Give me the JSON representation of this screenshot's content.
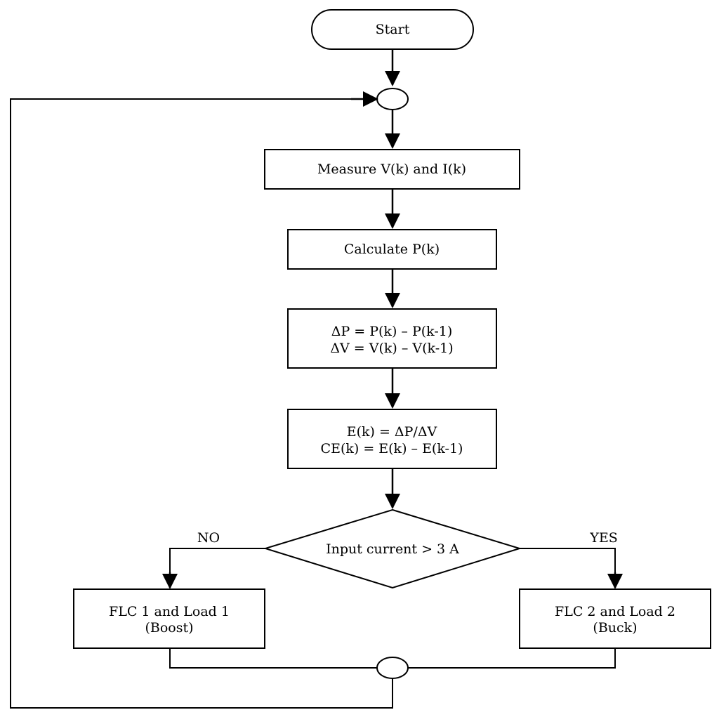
{
  "diagram": {
    "nodes": {
      "start": {
        "text": "Start"
      },
      "measure": {
        "text": "Measure V(k) and I(k)"
      },
      "calculate": {
        "text": "Calculate P(k)"
      },
      "deltas": {
        "line1": "ΔP = P(k) – P(k-1)",
        "line2": "ΔV = V(k) – V(k-1)"
      },
      "errors": {
        "line1": "E(k) = ΔP/ΔV",
        "line2": "CE(k) = E(k) – E(k-1)"
      },
      "decision": {
        "text": "Input current > 3 A"
      },
      "flc1": {
        "line1": "FLC 1 and Load 1",
        "line2": "(Boost)"
      },
      "flc2": {
        "line1": "FLC 2 and Load 2",
        "line2": "(Buck)"
      }
    },
    "branches": {
      "no_label": "NO",
      "yes_label": "YES"
    }
  }
}
